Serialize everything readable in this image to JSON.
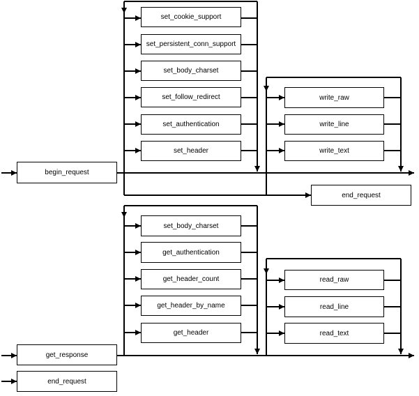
{
  "colors": {
    "line": "#000000",
    "box_fill": "#ffffff",
    "text": "#000000"
  },
  "request": {
    "begin": "begin_request",
    "end": "end_request",
    "config_calls": [
      "set_cookie_support",
      "set_persistent_conn_support",
      "set_body_charset",
      "set_follow_redirect",
      "set_authentication",
      "set_header"
    ],
    "write_calls": [
      "write_raw",
      "write_line",
      "write_text"
    ]
  },
  "response": {
    "get": "get_response",
    "end": "end_request",
    "info_calls": [
      "set_body_charset",
      "get_authentication",
      "get_header_count",
      "get_header_by_name",
      "get_header"
    ],
    "read_calls": [
      "read_raw",
      "read_line",
      "read_text"
    ]
  }
}
